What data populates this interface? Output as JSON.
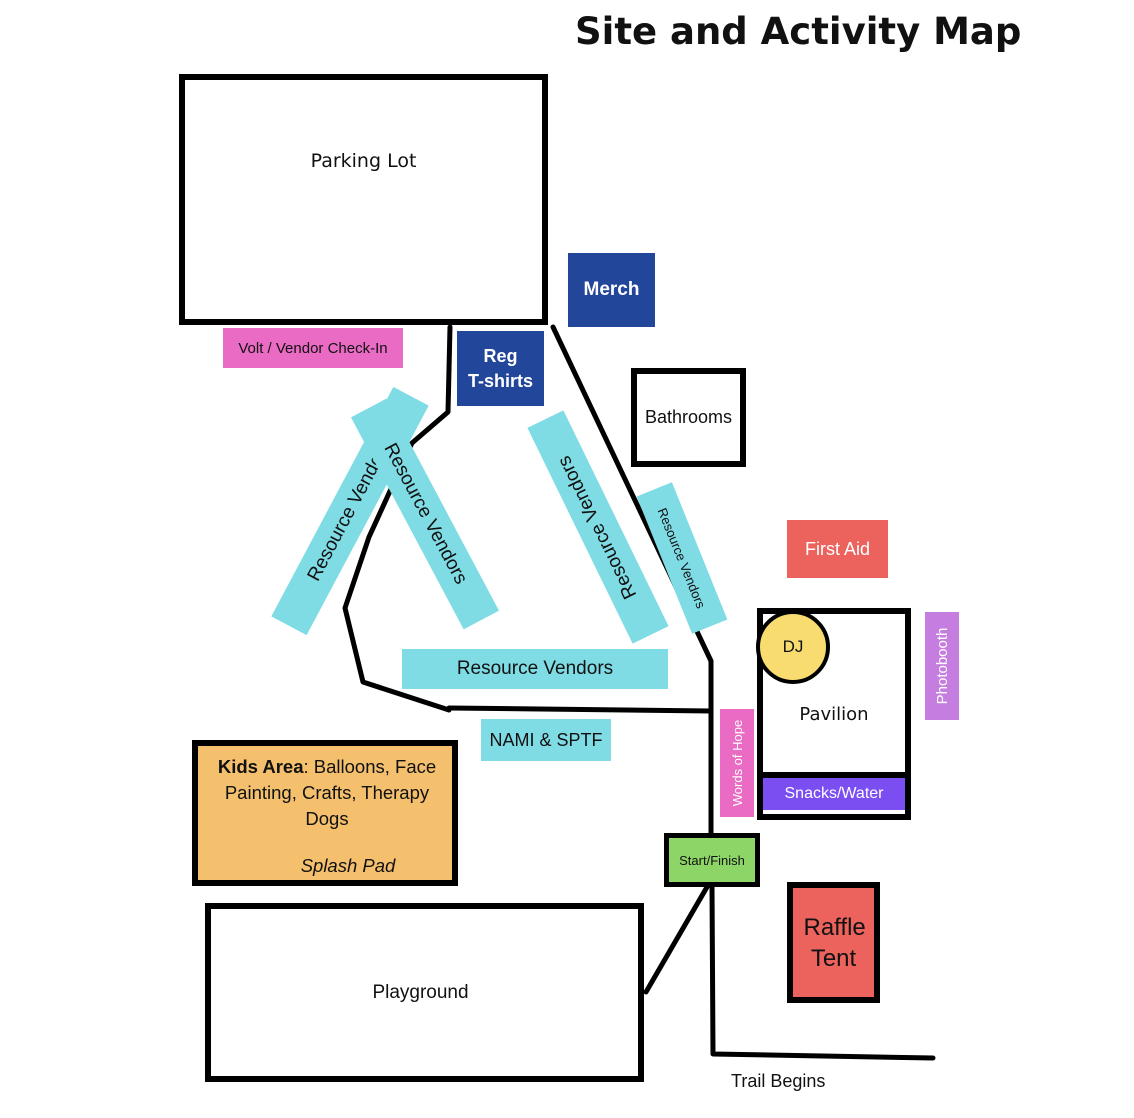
{
  "title": "Site and Activity Map",
  "locations": {
    "parking_lot": "Parking Lot",
    "merch": "Merch",
    "volt_checkin": "Volt / Vendor Check-In",
    "reg_line1": "Reg",
    "reg_line2": "T-shirts",
    "bathrooms": "Bathrooms",
    "resource_vendors": "Resource Vendors",
    "first_aid": "First Aid",
    "photobooth": "Photobooth",
    "dj": "DJ",
    "pavilion": "Pavilion",
    "snacks_water": "Snacks/Water",
    "words_of_hope": "Words of Hope",
    "nami_sptf": "NAMI & SPTF",
    "kids_area_bold": "Kids Area",
    "kids_area_rest": ": Balloons, Face Painting, Crafts, Therapy Dogs",
    "splash_pad": "Splash Pad",
    "start_finish": "Start/Finish",
    "raffle_tent": "Raffle Tent",
    "playground": "Playground",
    "trail_begins": "Trail Begins"
  },
  "colors": {
    "navy": "#22479a",
    "pink": "#ea6bc3",
    "cyan": "#7fdce4",
    "red": "#ec635e",
    "yellow": "#f8dc70",
    "violet": "#7b4ef2",
    "lilac": "#c57ee0",
    "green": "#8ed567",
    "orange": "#f4c06e"
  }
}
